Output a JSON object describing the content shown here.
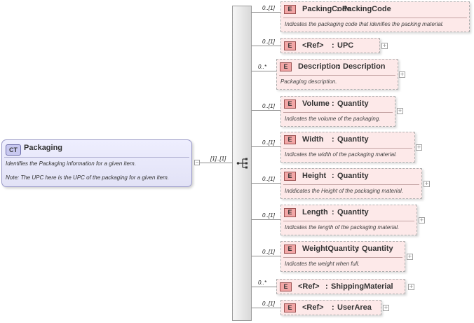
{
  "complex_type": {
    "badge": "CT",
    "name": "Packaging",
    "doc_lines": [
      "Identifies the Packaging information for a given item.",
      "Note: The UPC here is the UPC of the packaging for a given item."
    ],
    "cardinality": "[1]..[1]",
    "collapse_glyph": "−"
  },
  "sequence": {
    "icon": "sequence-compositor-icon"
  },
  "elements": [
    {
      "card": "0..[1]",
      "badge": "E",
      "name": "PackingCode",
      "type": "PackingCode",
      "doc": "Indicates the packaging code that idenifies the packing material."
    },
    {
      "card": "0..[1]",
      "badge": "E",
      "name": "<Ref>",
      "type": "UPC",
      "doc": ""
    },
    {
      "card": "0..*",
      "badge": "E",
      "name": "Description",
      "type": "Description",
      "doc": "Packaging description."
    },
    {
      "card": "0..[1]",
      "badge": "E",
      "name": "Volume",
      "type": "Quantity",
      "doc": "Indicates the volume of the packaging."
    },
    {
      "card": "0..[1]",
      "badge": "E",
      "name": "Width",
      "type": "Quantity",
      "doc": "Indicates the width of the packaging material."
    },
    {
      "card": "0..[1]",
      "badge": "E",
      "name": "Height",
      "type": "Quantity",
      "doc": "Inddicates the Height of the packaging material."
    },
    {
      "card": "0..[1]",
      "badge": "E",
      "name": "Length",
      "type": "Quantity",
      "doc": "Indicates the length of the packaging material."
    },
    {
      "card": "0..[1]",
      "badge": "E",
      "name": "WeightQuantity",
      "type": "Quantity",
      "doc": "Indicates the weight when full."
    },
    {
      "card": "0..*",
      "badge": "E",
      "name": "<Ref>",
      "type": "ShippingMaterial",
      "doc": ""
    },
    {
      "card": "0..[1]",
      "badge": "E",
      "name": "<Ref>",
      "type": "UserArea",
      "doc": ""
    }
  ],
  "expand_glyph": "+",
  "type_separator": ":",
  "colors": {
    "element_fill": "#fde9e9",
    "element_badge": "#f2a6a6",
    "ct_fill": "#e8e8fa",
    "ct_badge": "#c8c8f0"
  }
}
